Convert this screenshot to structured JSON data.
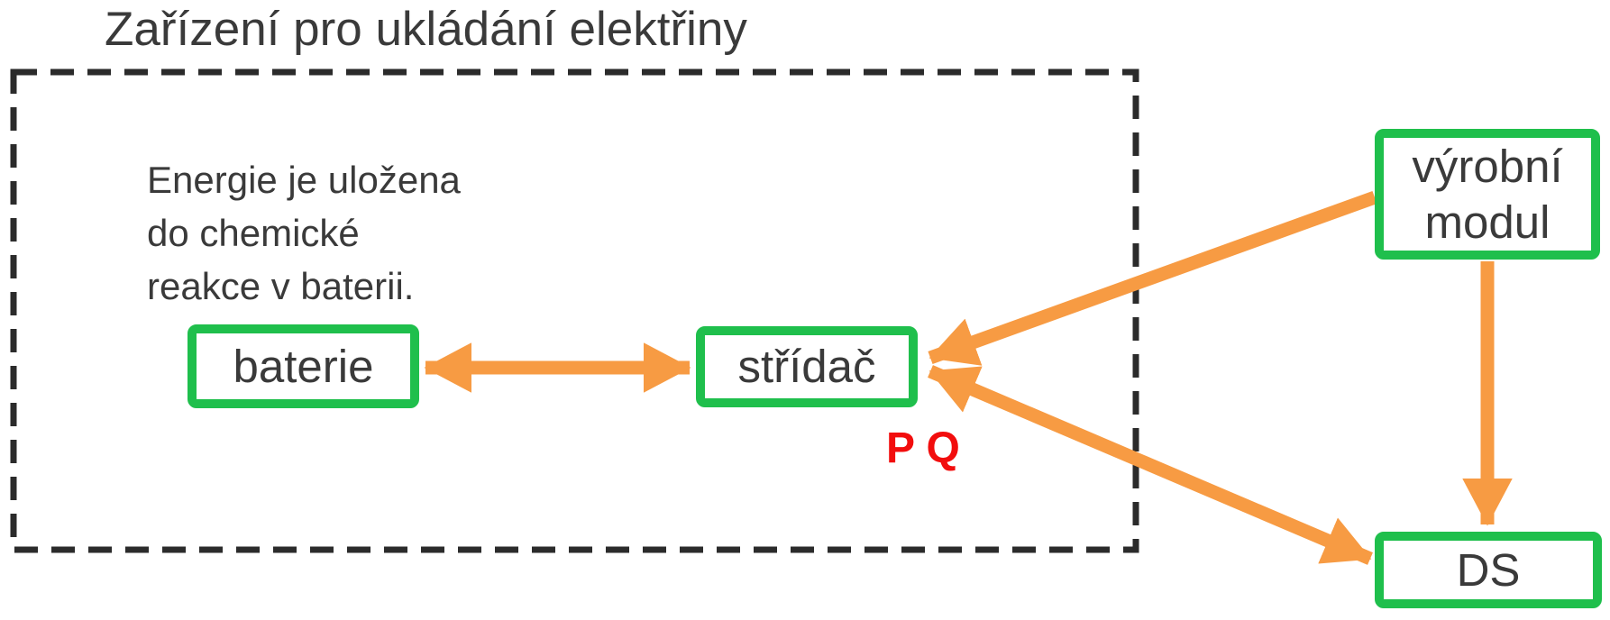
{
  "title": "Zařízení pro ukládání elektřiny",
  "note": {
    "lines": [
      "Energie je uložena",
      "do chemické",
      "reakce v baterii."
    ]
  },
  "nodes": {
    "baterie": {
      "label": "baterie"
    },
    "stridac": {
      "label": "střídač"
    },
    "vyrobni": {
      "label": "výrobní modul"
    },
    "ds": {
      "label": "DS"
    }
  },
  "annotations": {
    "pq": "P Q"
  },
  "arrows": [
    {
      "from": "baterie",
      "to": "střídač",
      "style": "bidirectional"
    },
    {
      "from": "výrobní modul",
      "to": "střídač",
      "style": "unidirectional"
    },
    {
      "from": "střídač",
      "to": "DS",
      "style": "bidirectional"
    },
    {
      "from": "výrobní modul",
      "to": "DS",
      "style": "unidirectional"
    }
  ],
  "colors": {
    "box_border": "#1fbf4c",
    "arrow": "#f79b43",
    "annotation": "#f20d0d",
    "text": "#3a3a3a",
    "dashed_border": "#2b2b2b",
    "background": "#ffffff"
  }
}
